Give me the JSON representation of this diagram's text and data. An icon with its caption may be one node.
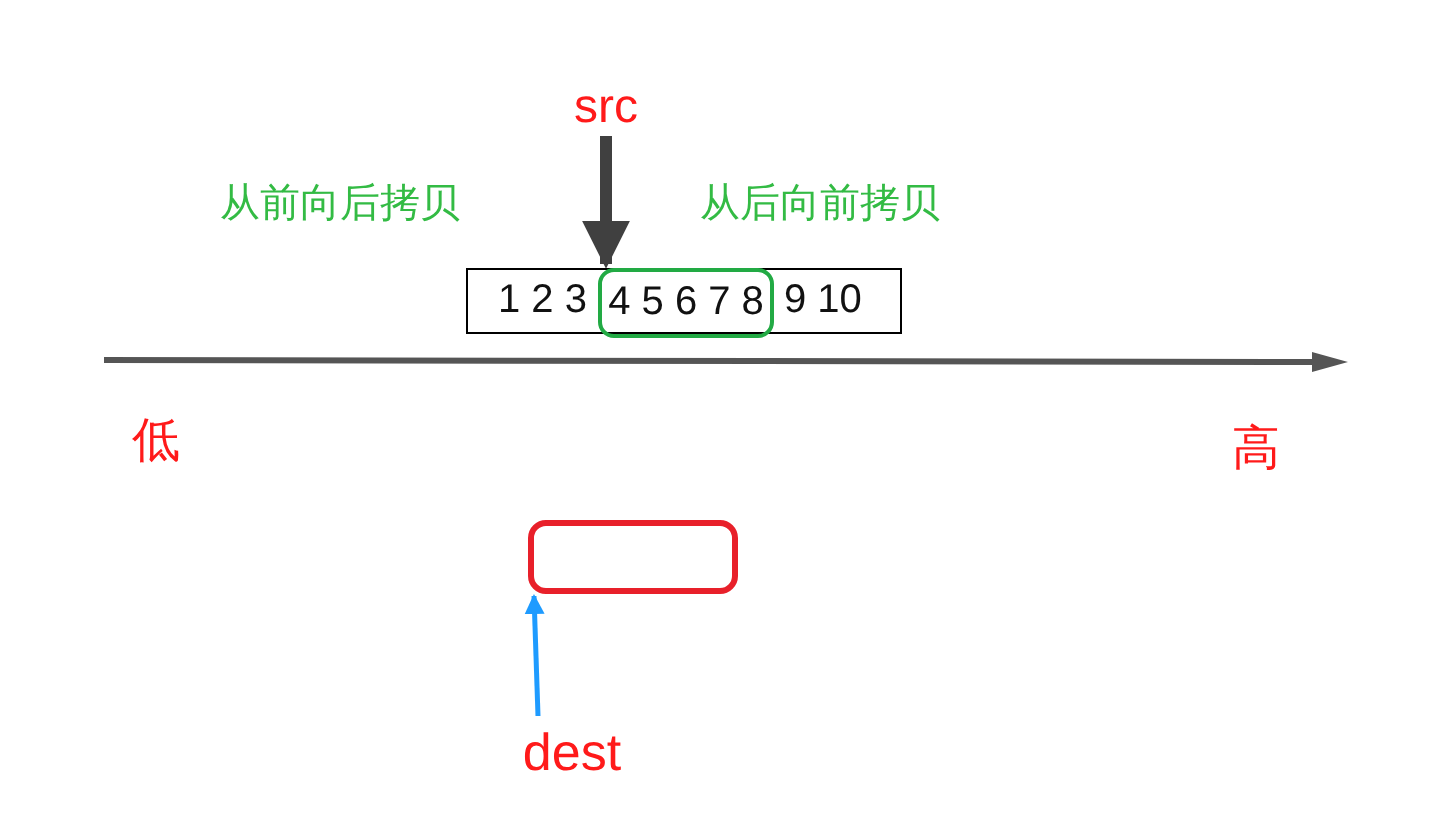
{
  "diagram": {
    "nodes": [
      {
        "text": [
          "1 2 3",
          "9 10"
        ]
      },
      {
        "text": [
          "4 5 6 7 8"
        ],
        "in": 0
      },
      {
        "text": [
          "src"
        ]
      },
      {
        "text": [],
        "shape": "box"
      },
      {
        "text": [
          "dest"
        ]
      }
    ],
    "edges": [
      {
        "from": 2,
        "to": 1,
        "arrow": "to",
        "style": "thick",
        "color": "#404040"
      },
      {
        "from": 4,
        "to": 3,
        "arrow": "to",
        "color": "#1e9bff"
      }
    ],
    "labels": [
      "从前向后拷贝",
      "从后向前拷贝",
      "低",
      "高"
    ]
  }
}
